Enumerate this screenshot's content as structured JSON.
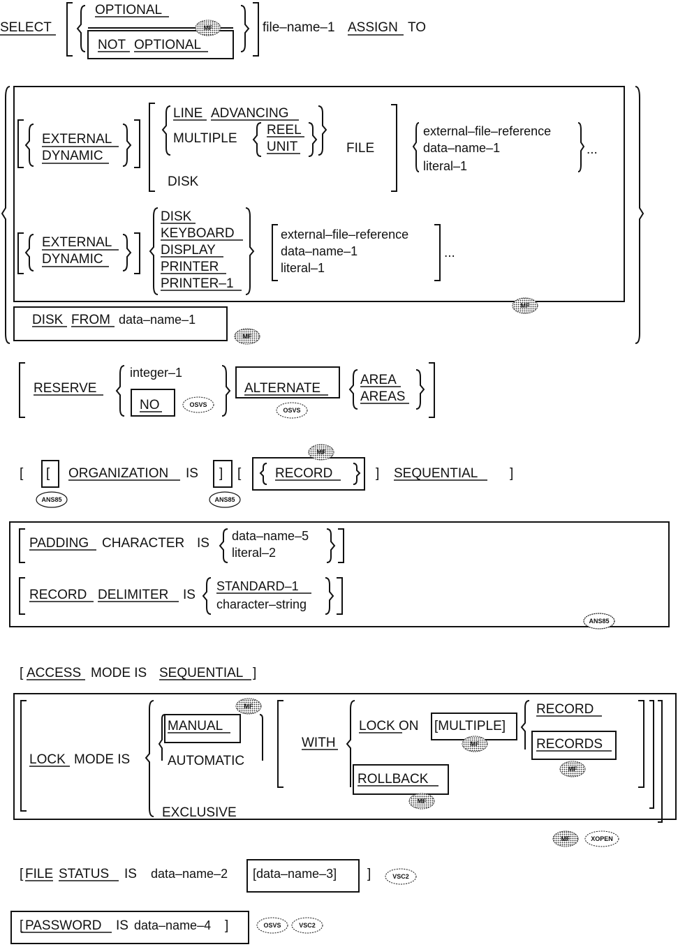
{
  "select": {
    "keyword": "SELECT",
    "optional": "OPTIONAL",
    "not": "NOT",
    "optional2": "OPTIONAL",
    "file_name": "file–name–1",
    "assign": "ASSIGN",
    "to": "TO"
  },
  "assign1": {
    "external": "EXTERNAL",
    "dynamic": "DYNAMIC",
    "line": "LINE",
    "advancing": "ADVANCING",
    "multiple": "MULTIPLE",
    "reel": "REEL",
    "unit": "UNIT",
    "disk": "DISK",
    "file": "FILE",
    "ext_ref": "external–file–reference",
    "data_name": "data–name–1",
    "literal": "literal–1",
    "dots": "..."
  },
  "assign2": {
    "external": "EXTERNAL",
    "dynamic": "DYNAMIC",
    "devices": [
      "DISK",
      "KEYBOARD",
      "DISPLAY",
      "PRINTER",
      "PRINTER–1"
    ],
    "ext_ref": "external–file–reference",
    "data_name": "data–name–1",
    "literal": "literal–1",
    "dots": "..."
  },
  "disk_from": {
    "disk": "DISK",
    "from": "FROM",
    "data_name": "data–name–1"
  },
  "reserve": {
    "keyword": "RESERVE",
    "integer": "integer–1",
    "no": "NO",
    "alternate": "ALTERNATE",
    "area": "AREA",
    "areas": "AREAS"
  },
  "organization": {
    "open": "[",
    "bracket_left": "[",
    "keyword": "ORGANIZATION",
    "is": "IS",
    "bracket_right": "]",
    "mid": "[",
    "record": "RECORD",
    "close_inner": "]",
    "sequential": "SEQUENTIAL",
    "close": "]"
  },
  "padding": {
    "padding": "PADDING",
    "character": "CHARACTER",
    "is": "IS",
    "data_name": "data–name–5",
    "literal": "literal–2"
  },
  "delimiter": {
    "record": "RECORD",
    "delimiter": "DELIMITER",
    "is": "IS",
    "standard": "STANDARD–1",
    "char_string": "character–string"
  },
  "access": {
    "open": "[",
    "access": "ACCESS",
    "mode_is": "MODE IS",
    "sequential": "SEQUENTIAL",
    "close": "]"
  },
  "lock": {
    "lock": "LOCK",
    "mode_is": "MODE IS",
    "manual": "MANUAL",
    "automatic": "AUTOMATIC",
    "exclusive": "EXCLUSIVE",
    "with": "WITH",
    "lock_on": "LOCK ON",
    "multiple": "[MULTIPLE]",
    "record": "RECORD",
    "records": "RECORDS",
    "rollback": "ROLLBACK"
  },
  "file_status": {
    "open": "[",
    "file": "FILE",
    "status": "STATUS",
    "is": "IS",
    "data_name2": "data–name–2",
    "data_name3": "[data–name–3]",
    "close": "]"
  },
  "password": {
    "open": "[",
    "password": "PASSWORD",
    "is": "IS",
    "data_name": "data–name–4",
    "close": "]"
  },
  "badges": {
    "mf": "MF",
    "ans85": "ANS85",
    "osvs": "OSVS",
    "vsc2": "VSC2",
    "xopen": "XOPEN"
  }
}
